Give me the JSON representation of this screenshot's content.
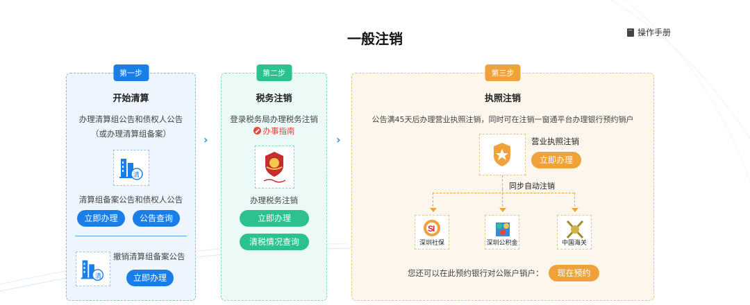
{
  "page": {
    "title": "一般注销",
    "manual_label": "操作手册"
  },
  "step1": {
    "tag": "第一步",
    "title": "开始清算",
    "desc1": "办理清算组公告和债权人公告",
    "desc2": "（或办理清算组备案）",
    "notice_label": "清算组备案公告和债权人公告",
    "btn_handle": "立即办理",
    "btn_query": "公告查询",
    "revoke_label": "撤销清算组备案公告",
    "btn_revoke": "立即办理",
    "icon_badge": "清"
  },
  "step2": {
    "tag": "第二步",
    "title": "税务注销",
    "desc": "登录税务局办理税务注销",
    "guide": "办事指南",
    "label": "办理税务注销",
    "btn_handle": "立即办理",
    "btn_query": "清税情况查询"
  },
  "step3": {
    "tag": "第三步",
    "title": "执照注销",
    "desc": "公告满45天后办理营业执照注销，同时可在注销一窗通平台办理银行预约销户",
    "license_label": "营业执照注销",
    "btn_handle": "立即办理",
    "sync_label": "同步自动注销",
    "items": [
      {
        "label": "深圳社保",
        "icon": "social-security-icon"
      },
      {
        "label": "深圳公积金",
        "icon": "housing-fund-icon"
      },
      {
        "label": "中国海关",
        "icon": "customs-icon"
      }
    ],
    "bank_text": "您还可以在此预约银行对公账户销户：",
    "btn_reserve": "现在预约"
  },
  "colors": {
    "blue": "#1a7ee8",
    "green": "#2cc28f",
    "orange": "#f0a23a"
  }
}
